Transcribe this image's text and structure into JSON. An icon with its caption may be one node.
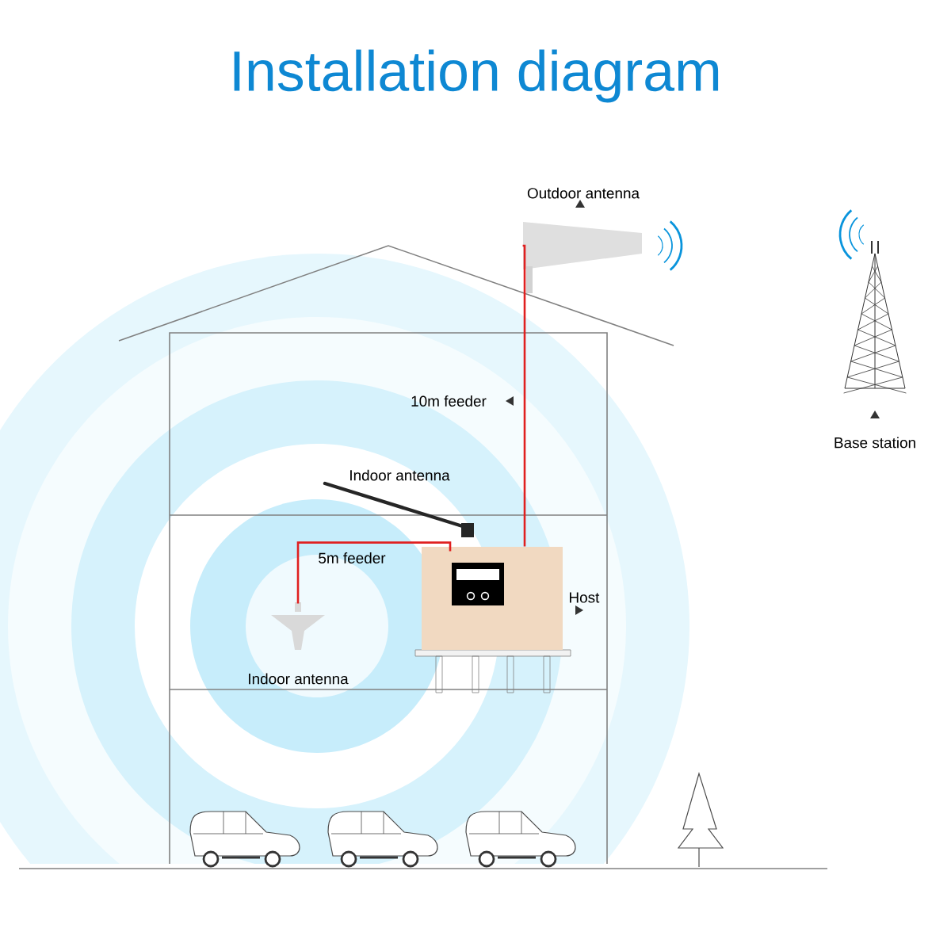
{
  "diagram": {
    "title": "Installation diagram",
    "nodes": [
      {
        "text": [
          "Outdoor antenna"
        ]
      },
      {
        "text": [
          "Base station"
        ]
      },
      {
        "text": [
          "Indoor antenna"
        ]
      },
      {
        "text": [
          "Host"
        ]
      },
      {
        "text": [
          "Indoor antenna"
        ]
      }
    ],
    "edges": [
      {
        "from": 0,
        "to": 3,
        "arrow": "none",
        "label": "10m feeder",
        "color": "#e02020"
      },
      {
        "from": 3,
        "to": 4,
        "arrow": "none",
        "label": "5m feeder",
        "color": "#e02020"
      }
    ]
  }
}
